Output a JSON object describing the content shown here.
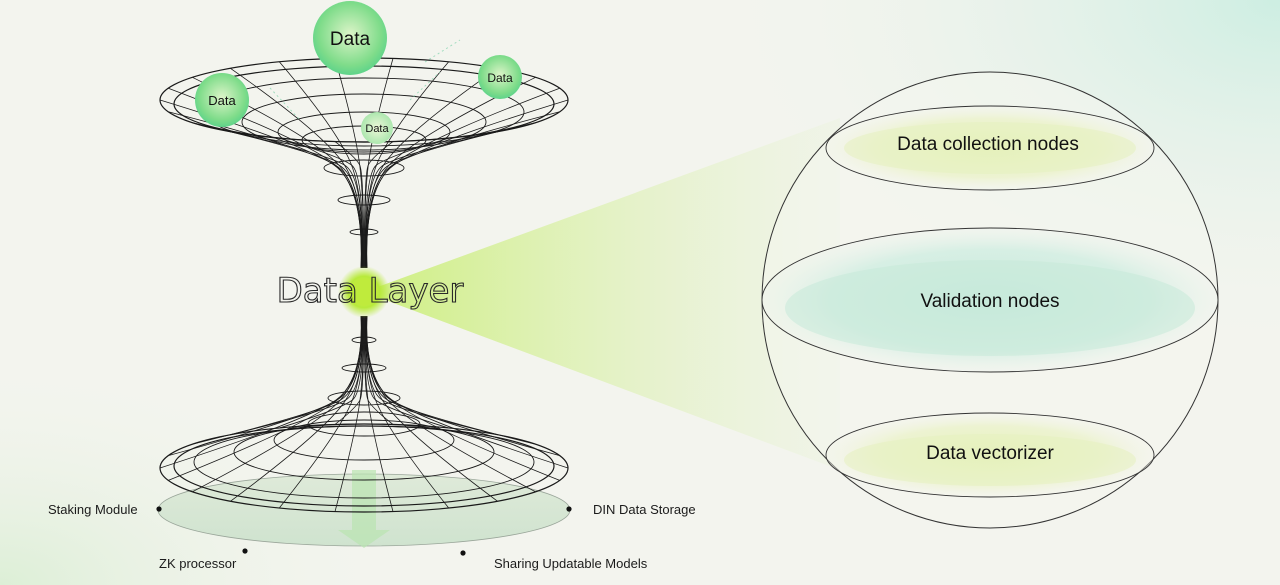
{
  "title": "Data Layer",
  "data_bubbles": [
    "Data",
    "Data",
    "Data",
    "Data"
  ],
  "sphere_layers": [
    "Data collection nodes",
    "Validation nodes",
    "Data vectorizer"
  ],
  "bottom_labels": {
    "staking": "Staking Module",
    "storage": "DIN Data Storage",
    "zk": "ZK processor",
    "sharing": "Sharing Updatable Models"
  },
  "colors": {
    "background": "#f3f4ee",
    "accent_green": "#b8ea3a",
    "bubble_green": "#4fd48a",
    "teal": "#bfe7d6",
    "line": "#1a1a1a"
  }
}
